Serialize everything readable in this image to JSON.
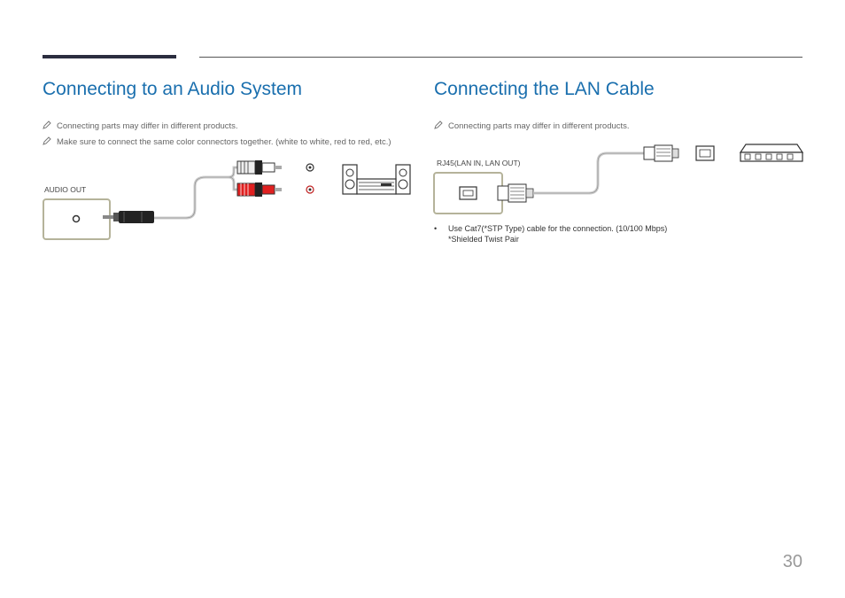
{
  "audio": {
    "title": "Connecting to an Audio System",
    "notes": [
      "Connecting parts may differ in different products.",
      "Make sure to connect the same color connectors together. (white to white, red to red, etc.)"
    ],
    "port_label": "AUDIO OUT"
  },
  "lan": {
    "title": "Connecting the LAN Cable",
    "note": "Connecting parts may differ in different products.",
    "port_label": "RJ45(LAN IN, LAN OUT)",
    "bullet_line1": "Use Cat7(*STP Type) cable for the connection. (10/100 Mbps)",
    "bullet_line2": "*Shielded Twist Pair"
  },
  "page_number": "30",
  "colors": {
    "heading": "#1a6fae",
    "plug_red": "#e02020",
    "panel_border": "#b5b39a"
  }
}
